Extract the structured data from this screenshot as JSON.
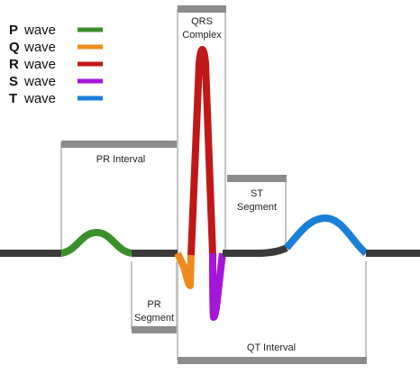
{
  "legend": [
    {
      "letter": "P",
      "text": "wave",
      "color": "#3a8f2a"
    },
    {
      "letter": "Q",
      "text": "wave",
      "color": "#f08a1c"
    },
    {
      "letter": "R",
      "text": "wave",
      "color": "#c01818"
    },
    {
      "letter": "S",
      "text": "wave",
      "color": "#a416d8"
    },
    {
      "letter": "T",
      "text": "wave",
      "color": "#1a7fd8"
    }
  ],
  "labels": {
    "qrs_line1": "QRS",
    "qrs_line2": "Complex",
    "pr_interval": "PR Interval",
    "st_line1": "ST",
    "st_line2": "Segment",
    "pr_segment_line1": "PR",
    "pr_segment_line2": "Segment",
    "qt_interval": "QT Interval"
  },
  "colors": {
    "baseline": "#3a3a3a",
    "bracket_bar": "#8c8c8c",
    "bracket_line": "#c4c4c4"
  }
}
